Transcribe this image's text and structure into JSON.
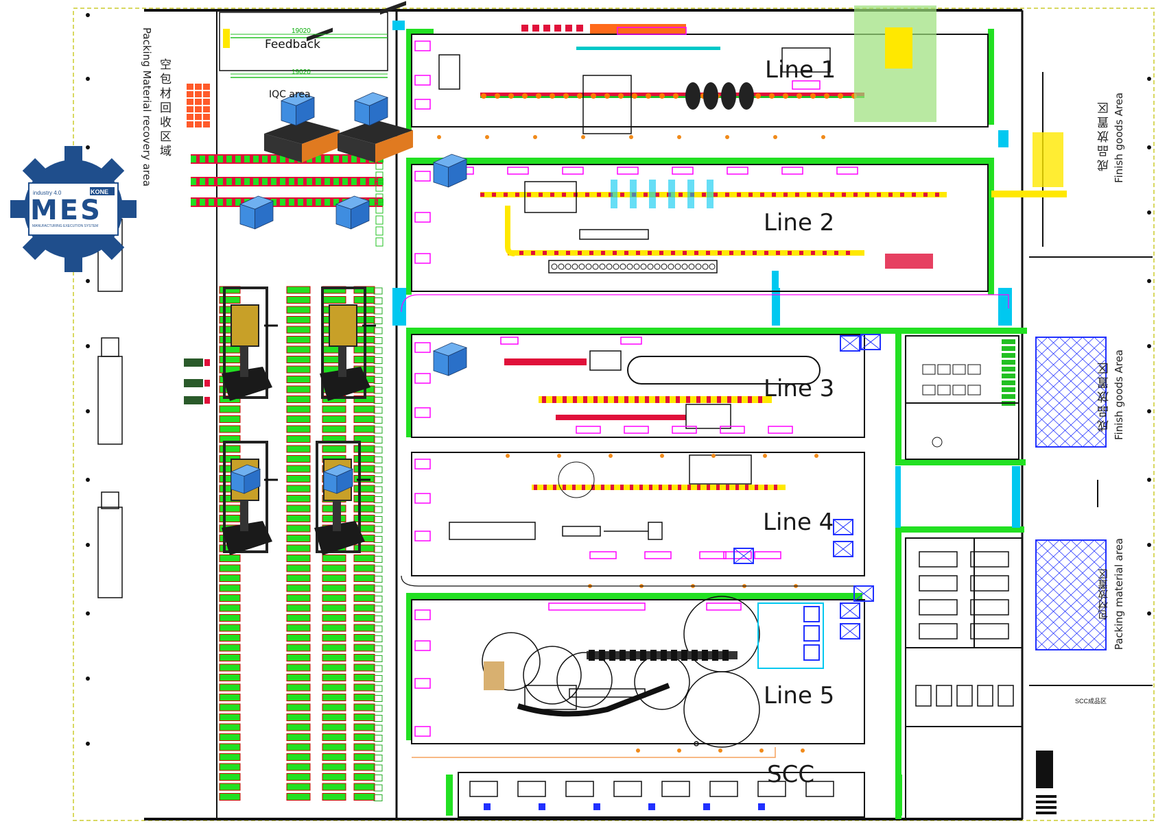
{
  "mes_logo": {
    "title": "MES",
    "subtitle": "MANUFACTURING EXECUTION SYSTEM",
    "industry": "industry 4.0",
    "brand": "KONE",
    "colors": {
      "gear": "#1f4e8c",
      "panel": "#ffffff",
      "text": "#1f4e8c"
    }
  },
  "areas": {
    "feedback": "Feedback",
    "iqc": "IQC area",
    "dim_top": "19020",
    "dim_second": "19020",
    "packing_recovery_cn": "空包材回收区域",
    "packing_recovery_en": "Packing Material recovery area",
    "finished_goods_1_cn": "成品放置区",
    "finished_goods_1_en": "Finish goods Area",
    "finished_goods_2_cn": "成品放置区",
    "finished_goods_2_en": "Finish goods Area",
    "packing_material_cn": "包材放置区",
    "packing_material_en": "Packing material area",
    "scc_finished": "SCC成品区",
    "scc": "SCC"
  },
  "lines": [
    {
      "label": "Line 1"
    },
    {
      "label": "Line 2"
    },
    {
      "label": "Line 3"
    },
    {
      "label": "Line 4"
    },
    {
      "label": "Line 5"
    }
  ],
  "colors": {
    "aisle": "#22e022",
    "conveyor": "#ffee00",
    "equipment": "#e0103a",
    "magenta": "#ff00ff",
    "cyan": "#00c8f0",
    "rack_blue": "#2030ff",
    "agv_box": "#3f8de0",
    "agv_body": "#e07a20",
    "wall": "#111111"
  },
  "icons": [
    "gear-logo-icon",
    "agv-robot-icon",
    "forklift-icon",
    "box-icon"
  ]
}
